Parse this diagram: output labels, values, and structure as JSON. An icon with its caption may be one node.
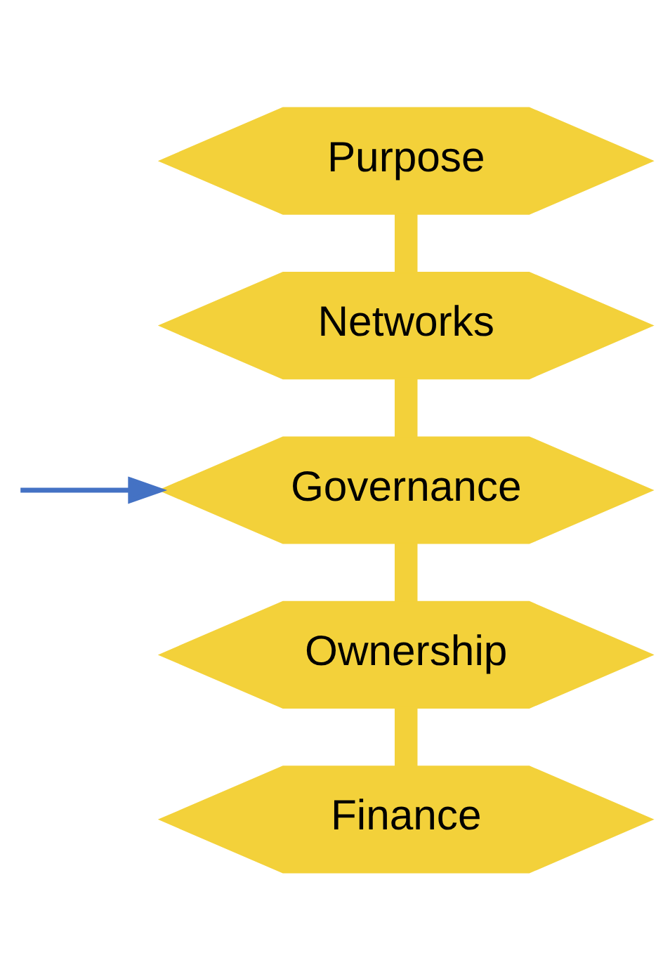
{
  "diagram": {
    "nodes": [
      {
        "text": [
          "Purpose"
        ]
      },
      {
        "text": [
          "Networks"
        ]
      },
      {
        "text": [
          "Governance"
        ]
      },
      {
        "text": [
          "Ownership"
        ]
      },
      {
        "text": [
          "Finance"
        ]
      }
    ],
    "edges": [
      {
        "from": 0,
        "to": 1,
        "arrow": "none"
      },
      {
        "from": 1,
        "to": 2,
        "arrow": "none"
      },
      {
        "from": 2,
        "to": 3,
        "arrow": "none"
      },
      {
        "from": 3,
        "to": 4,
        "arrow": "none"
      },
      {
        "from": null,
        "to": 2,
        "arrow": "to",
        "color": "#4472c4"
      }
    ]
  }
}
